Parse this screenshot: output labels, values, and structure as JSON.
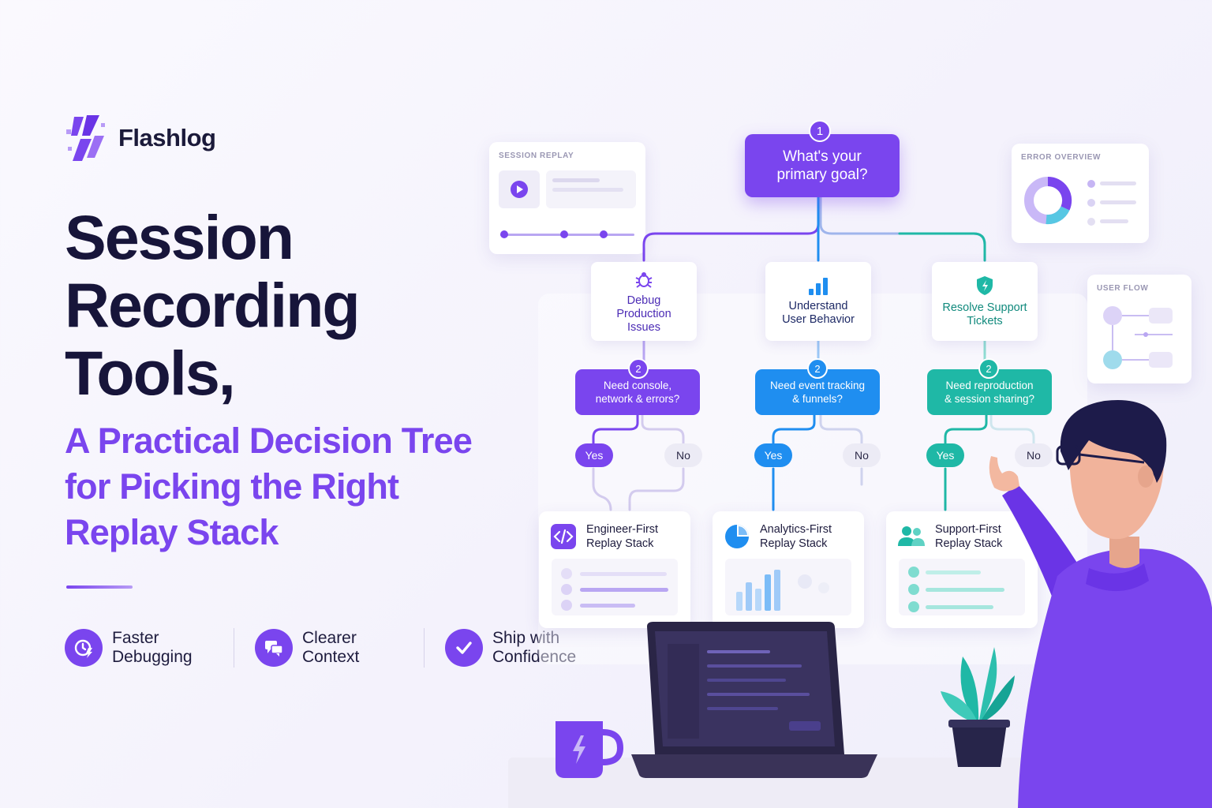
{
  "brand": {
    "name": "Flashlog"
  },
  "headline": {
    "lines": [
      "Session",
      "Recording",
      "Tools,"
    ]
  },
  "subheadline": {
    "lines": [
      "A Practical Decision Tree",
      "for Picking the Right",
      "Replay Stack"
    ]
  },
  "benefits": [
    {
      "line1": "Faster",
      "line2": "Debugging",
      "icon": "clock-bolt-icon"
    },
    {
      "line1": "Clearer",
      "line2": "Context",
      "icon": "chat-bubbles-icon"
    },
    {
      "line1": "Ship with",
      "line2": "Confidence",
      "icon": "check-icon"
    }
  ],
  "mini_cards": {
    "session_replay": "SESSION REPLAY",
    "error_overview": "ERROR OVERVIEW",
    "user_flow": "USER FLOW"
  },
  "tree": {
    "root": {
      "step": "1",
      "line1": "What's your",
      "line2": "primary goal?"
    },
    "branches": [
      {
        "goal": [
          "Debug",
          "Production",
          "Issues"
        ],
        "goal_icon": "bug-icon",
        "step": "2",
        "question": [
          "Need console,",
          "network & errors?"
        ],
        "yes": "Yes",
        "no": "No",
        "stack": [
          "Engineer-First",
          "Replay Stack"
        ],
        "stack_icon": "code-icon",
        "color": "#7a45ee"
      },
      {
        "goal": [
          "Understand",
          "User Behavior"
        ],
        "goal_icon": "bar-chart-icon",
        "step": "2",
        "question": [
          "Need event tracking",
          "& funnels?"
        ],
        "yes": "Yes",
        "no": "No",
        "stack": [
          "Analytics-First",
          "Replay Stack"
        ],
        "stack_icon": "pie-chart-icon",
        "color": "#1f8ef0"
      },
      {
        "goal": [
          "Resolve Support",
          "Tickets"
        ],
        "goal_icon": "shield-icon",
        "step": "2",
        "question": [
          "Need reproduction",
          "& session sharing?"
        ],
        "yes": "Yes",
        "no": "No",
        "stack": [
          "Support-First",
          "Replay Stack"
        ],
        "stack_icon": "users-icon",
        "color": "#1fb8a6"
      }
    ]
  },
  "colors": {
    "brand_purple": "#7a45ee",
    "analytics_blue": "#1f8ef0",
    "support_teal": "#1fb8a6",
    "heading_navy": "#17153a"
  }
}
